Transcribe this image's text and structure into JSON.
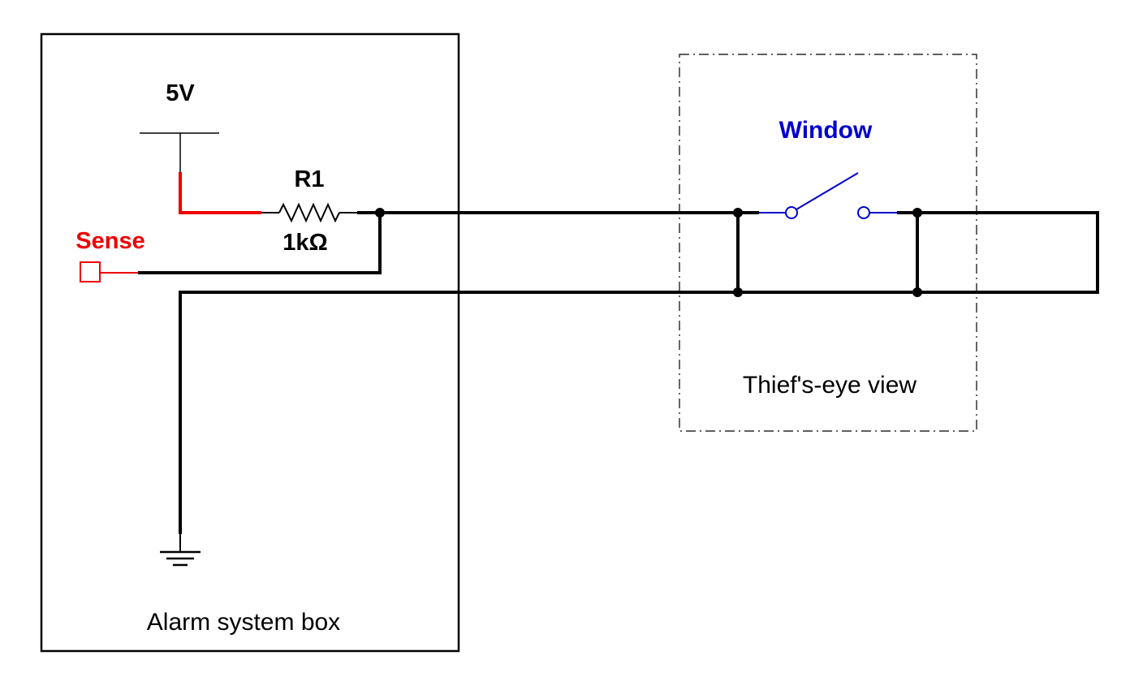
{
  "diagram": {
    "alarm_box": {
      "label": "Alarm system box"
    },
    "thief_view": {
      "label": "Thief's-eye view"
    },
    "supply": {
      "label": "5V"
    },
    "resistor": {
      "name": "R1",
      "value": "1kΩ"
    },
    "sense": {
      "label": "Sense"
    },
    "switch": {
      "label": "Window",
      "state": "open"
    },
    "ground": {
      "label": ""
    },
    "colors": {
      "wire": "#000000",
      "sense_highlight": "#ee0000",
      "switch": "#0000cc",
      "box_border": "#000000"
    }
  }
}
